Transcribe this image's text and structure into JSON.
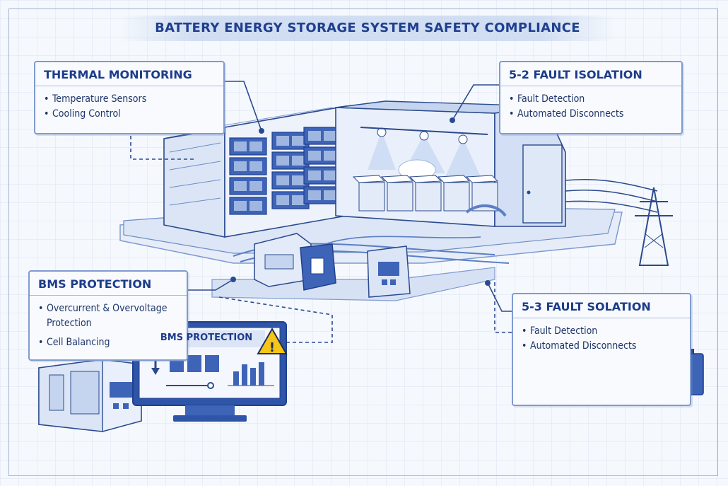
{
  "title": "BATTERY ENERGY STORAGE SYSTEM SAFETY COMPLIANCE",
  "cards": {
    "thermal": {
      "title": "THERMAL MONITORING",
      "items": [
        "Temperature Sensors",
        "Cooling Control"
      ]
    },
    "fault_5_2": {
      "title": "5-2 FAULT ISOLATION",
      "items": [
        "Fault Detection",
        "Automated Disconnects"
      ]
    },
    "bms": {
      "title": "BMS PROTECTION",
      "item1_line1": "Overcurrent & Overvoltage",
      "item1_line2": "Protection",
      "item2": "Cell Balancing"
    },
    "fault_5_3": {
      "title": "5-3 FAULT SOLATION",
      "items": [
        "Fault Detection",
        "Automated Disconnects"
      ]
    }
  },
  "monitor": {
    "screen_title": "BMS PROTECTION"
  },
  "colors": {
    "ink": "#1d3c8a",
    "line": "#2b4a8e",
    "fill_light": "#e3ebf8",
    "fill_mid": "#9fb6e0",
    "fill_dark": "#3e64b8",
    "warning": "#f5c518",
    "spark": "#e8533a"
  },
  "icons": [
    "thermometer-icon",
    "snowflake-icon",
    "fault-detector-icon",
    "warning-icon",
    "battery-icon",
    "transmission-tower-icon",
    "spark-icon"
  ]
}
